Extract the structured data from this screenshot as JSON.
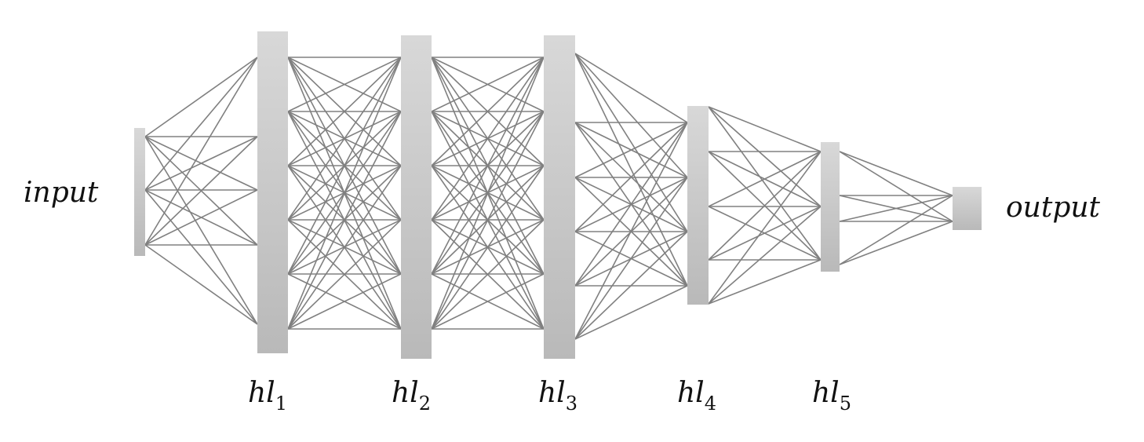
{
  "labels": {
    "input": "input",
    "output": "output",
    "hidden": [
      {
        "base": "hl",
        "sub": "1"
      },
      {
        "base": "hl",
        "sub": "2"
      },
      {
        "base": "hl",
        "sub": "3"
      },
      {
        "base": "hl",
        "sub": "4"
      },
      {
        "base": "hl",
        "sub": "5"
      }
    ]
  },
  "colors": {
    "layer_fill_top": "#d8d8d8",
    "layer_fill_bottom": "#b9b9b9",
    "connection": "#808080",
    "text": "#111111"
  }
}
